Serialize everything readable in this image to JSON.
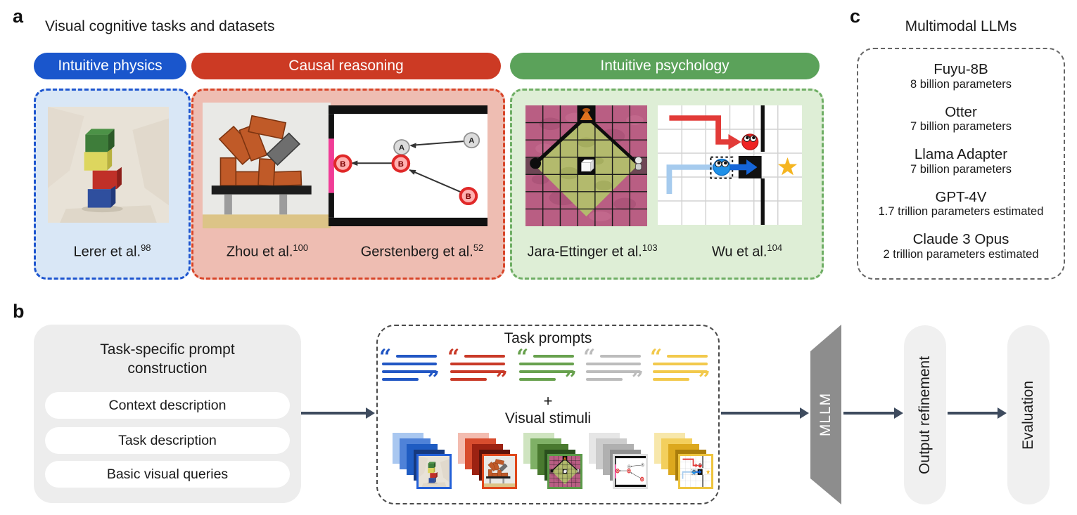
{
  "panels": {
    "a": {
      "label": "a",
      "title": "Visual cognitive tasks and datasets",
      "groups": [
        {
          "pill": "Intuitive physics",
          "items": [
            {
              "caption": "Lerer et al.",
              "ref": "98",
              "image": "block-tower-photo"
            }
          ]
        },
        {
          "pill": "Causal reasoning",
          "items": [
            {
              "caption": "Zhou et al.",
              "ref": "100",
              "image": "brick-stack-on-table"
            },
            {
              "caption": "Gerstenberg et al.",
              "ref": "52",
              "image": "ball-collision-diagram"
            }
          ]
        },
        {
          "pill": "Intuitive psychology",
          "items": [
            {
              "caption": "Jara-Ettinger et al.",
              "ref": "103",
              "image": "gridworld-terrain-map"
            },
            {
              "caption": "Wu et al.",
              "ref": "104",
              "image": "two-agents-maze-grid"
            }
          ]
        }
      ]
    },
    "b": {
      "label": "b",
      "construction": {
        "title": "Task-specific prompt construction",
        "items": [
          "Context description",
          "Task description",
          "Basic visual queries"
        ]
      },
      "prompts": {
        "title": "Task prompts",
        "plus": "+",
        "stimuli_title": "Visual stimuli"
      },
      "mllm_label": "MLLM",
      "output_label": "Output refinement",
      "evaluation_label": "Evaluation"
    },
    "c": {
      "label": "c",
      "title": "Multimodal LLMs",
      "models": [
        {
          "name": "Fuyu-8B",
          "params": "8 billion parameters"
        },
        {
          "name": "Otter",
          "params": "7 billion parameters"
        },
        {
          "name": "Llama Adapter",
          "params": "7 billion parameters"
        },
        {
          "name": "GPT-4V",
          "params": "1.7 trillion parameters estimated"
        },
        {
          "name": "Claude 3 Opus",
          "params": "2 trillion parameters estimated"
        }
      ]
    }
  },
  "colors": {
    "physics_blue": "#1a56cc",
    "causal_red": "#cc3a24",
    "psychology_green": "#5ba25a",
    "physics_box_bg": "#d9e7f6",
    "causal_box_bg": "#eebdb2",
    "psychology_box_bg": "#deeed6",
    "arrow_slate": "#3e4b5e",
    "mllm_trapezoid_gray": "#8d8d8d",
    "stage_pill_bg": "#f0f0f0",
    "quote_series": [
      "#2257c4",
      "#c93a28",
      "#68a14e",
      "#bcbcbc",
      "#f2c94c"
    ]
  }
}
